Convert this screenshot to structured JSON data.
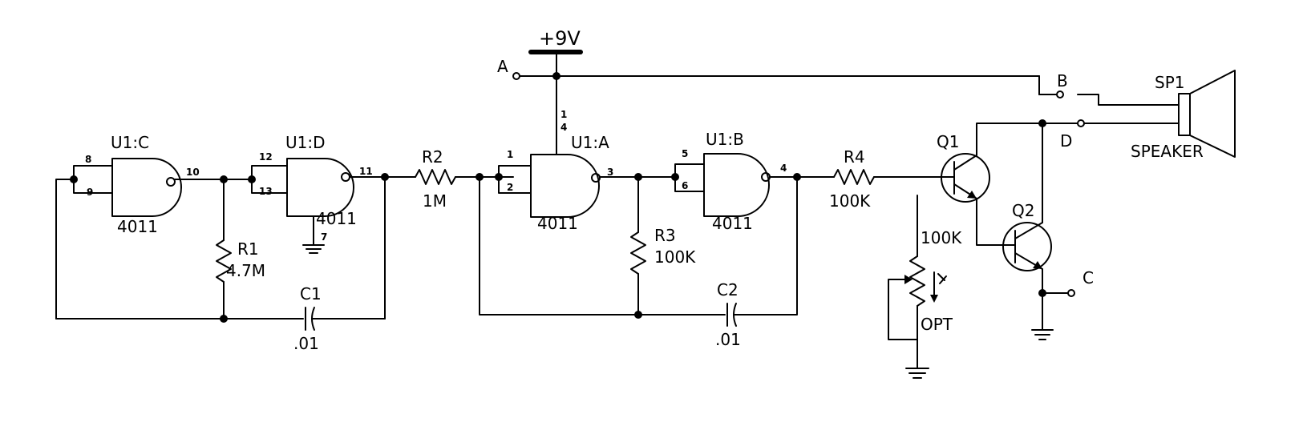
{
  "supply": {
    "label": "+9V"
  },
  "terminals": {
    "a": "A",
    "b": "B",
    "c": "C",
    "d": "D"
  },
  "gates": {
    "u1c": {
      "ref": "U1:C",
      "part": "4011",
      "pin_in1": "8",
      "pin_in2": "9",
      "pin_out": "10"
    },
    "u1d": {
      "ref": "U1:D",
      "part": "4011",
      "pin_in1": "12",
      "pin_in2": "13",
      "pin_out": "11",
      "pin_gnd": "7"
    },
    "u1a": {
      "ref": "U1:A",
      "part": "4011",
      "pin_in1": "1",
      "pin_in2": "2",
      "pin_out": "3",
      "pin_vdd_a": "1",
      "pin_vdd_b": "4"
    },
    "u1b": {
      "ref": "U1:B",
      "part": "4011",
      "pin_in1": "5",
      "pin_in2": "6",
      "pin_out": "4"
    }
  },
  "resistors": {
    "r1": {
      "ref": "R1",
      "value": "4.7M"
    },
    "r2": {
      "ref": "R2",
      "value": "1M"
    },
    "r3": {
      "ref": "R3",
      "value": "100K"
    },
    "r4": {
      "ref": "R4",
      "value": "100K"
    }
  },
  "capacitors": {
    "c1": {
      "ref": "C1",
      "value": ".01"
    },
    "c2": {
      "ref": "C2",
      "value": ".01"
    }
  },
  "pot": {
    "value": "100K",
    "label": "OPT"
  },
  "transistors": {
    "q1": "Q1",
    "q2": "Q2"
  },
  "speaker": {
    "ref": "SP1",
    "label": "SPEAKER"
  }
}
